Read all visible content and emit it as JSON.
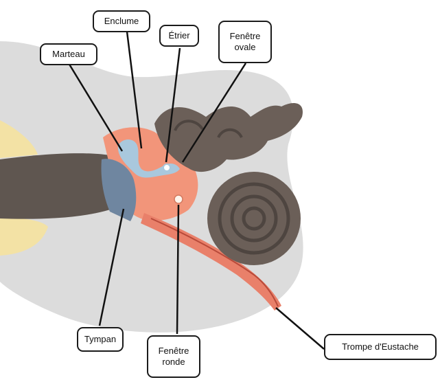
{
  "labels": {
    "enclume": "Enclume",
    "etrier": "Étrier",
    "fenetre_ovale": "Fenêtre\novale",
    "marteau": "Marteau",
    "tympan": "Tympan",
    "fenetre_ronde": "Fenêtre\nronde",
    "trompe": "Trompe d'Eustache"
  },
  "colors": {
    "skin": "#d9d9d9",
    "ear_canal": "#5f5650",
    "cartilage": "#f3e2a5",
    "middle_ear": "#f2957a",
    "ossicles": "#a9c8dd",
    "eardrum": "#6f86a0",
    "inner_ear": "#6b5f58"
  }
}
